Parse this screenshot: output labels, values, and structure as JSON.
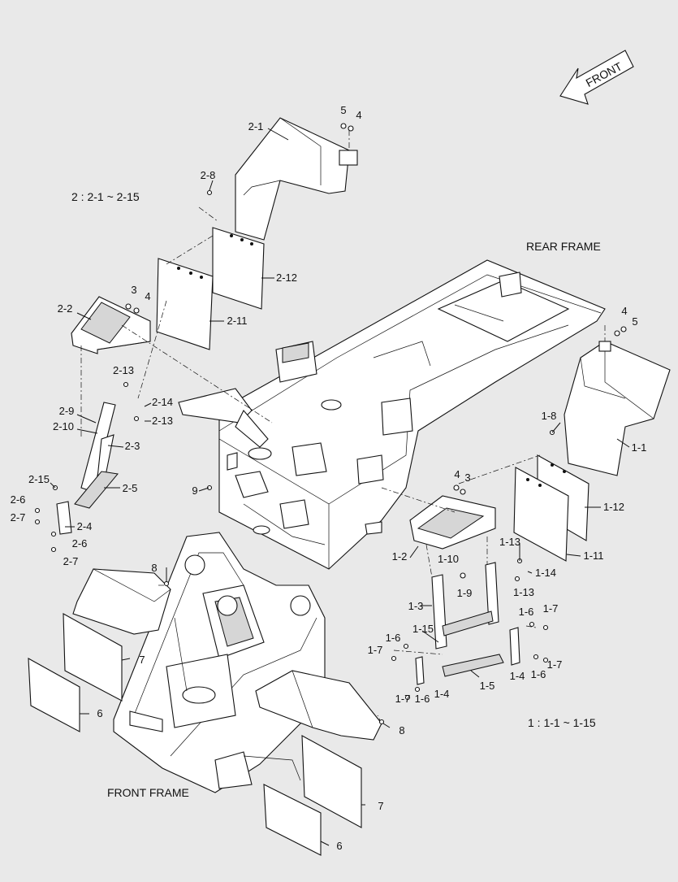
{
  "diagram": {
    "front_arrow_label": "FRONT",
    "notes": {
      "group_2": "2 : 2-1 ~ 2-15",
      "group_1": "1 : 1-1 ~ 1-15",
      "rear_frame": "REAR FRAME",
      "front_frame": "FRONT FRAME"
    },
    "callouts": [
      "5",
      "4",
      "2-1",
      "2-8",
      "2-12",
      "2-11",
      "2-2",
      "3",
      "4",
      "2-13",
      "2-14",
      "2-13",
      "2-9",
      "2-10",
      "2-3",
      "2-15",
      "2-5",
      "2-6",
      "2-7",
      "2-4",
      "2-6",
      "2-7",
      "9",
      "8",
      "7",
      "6",
      "8",
      "7",
      "6",
      "4",
      "5",
      "1-8",
      "1-1",
      "1-12",
      "1-11",
      "4",
      "3",
      "1-2",
      "1-13",
      "1-14",
      "1-13",
      "1-10",
      "1-9",
      "1-3",
      "1-15",
      "1-6",
      "1-7",
      "1-6",
      "1-7",
      "1-7",
      "1-4",
      "1-6",
      "1-7",
      "1-5",
      "1-4",
      "1-6"
    ]
  }
}
